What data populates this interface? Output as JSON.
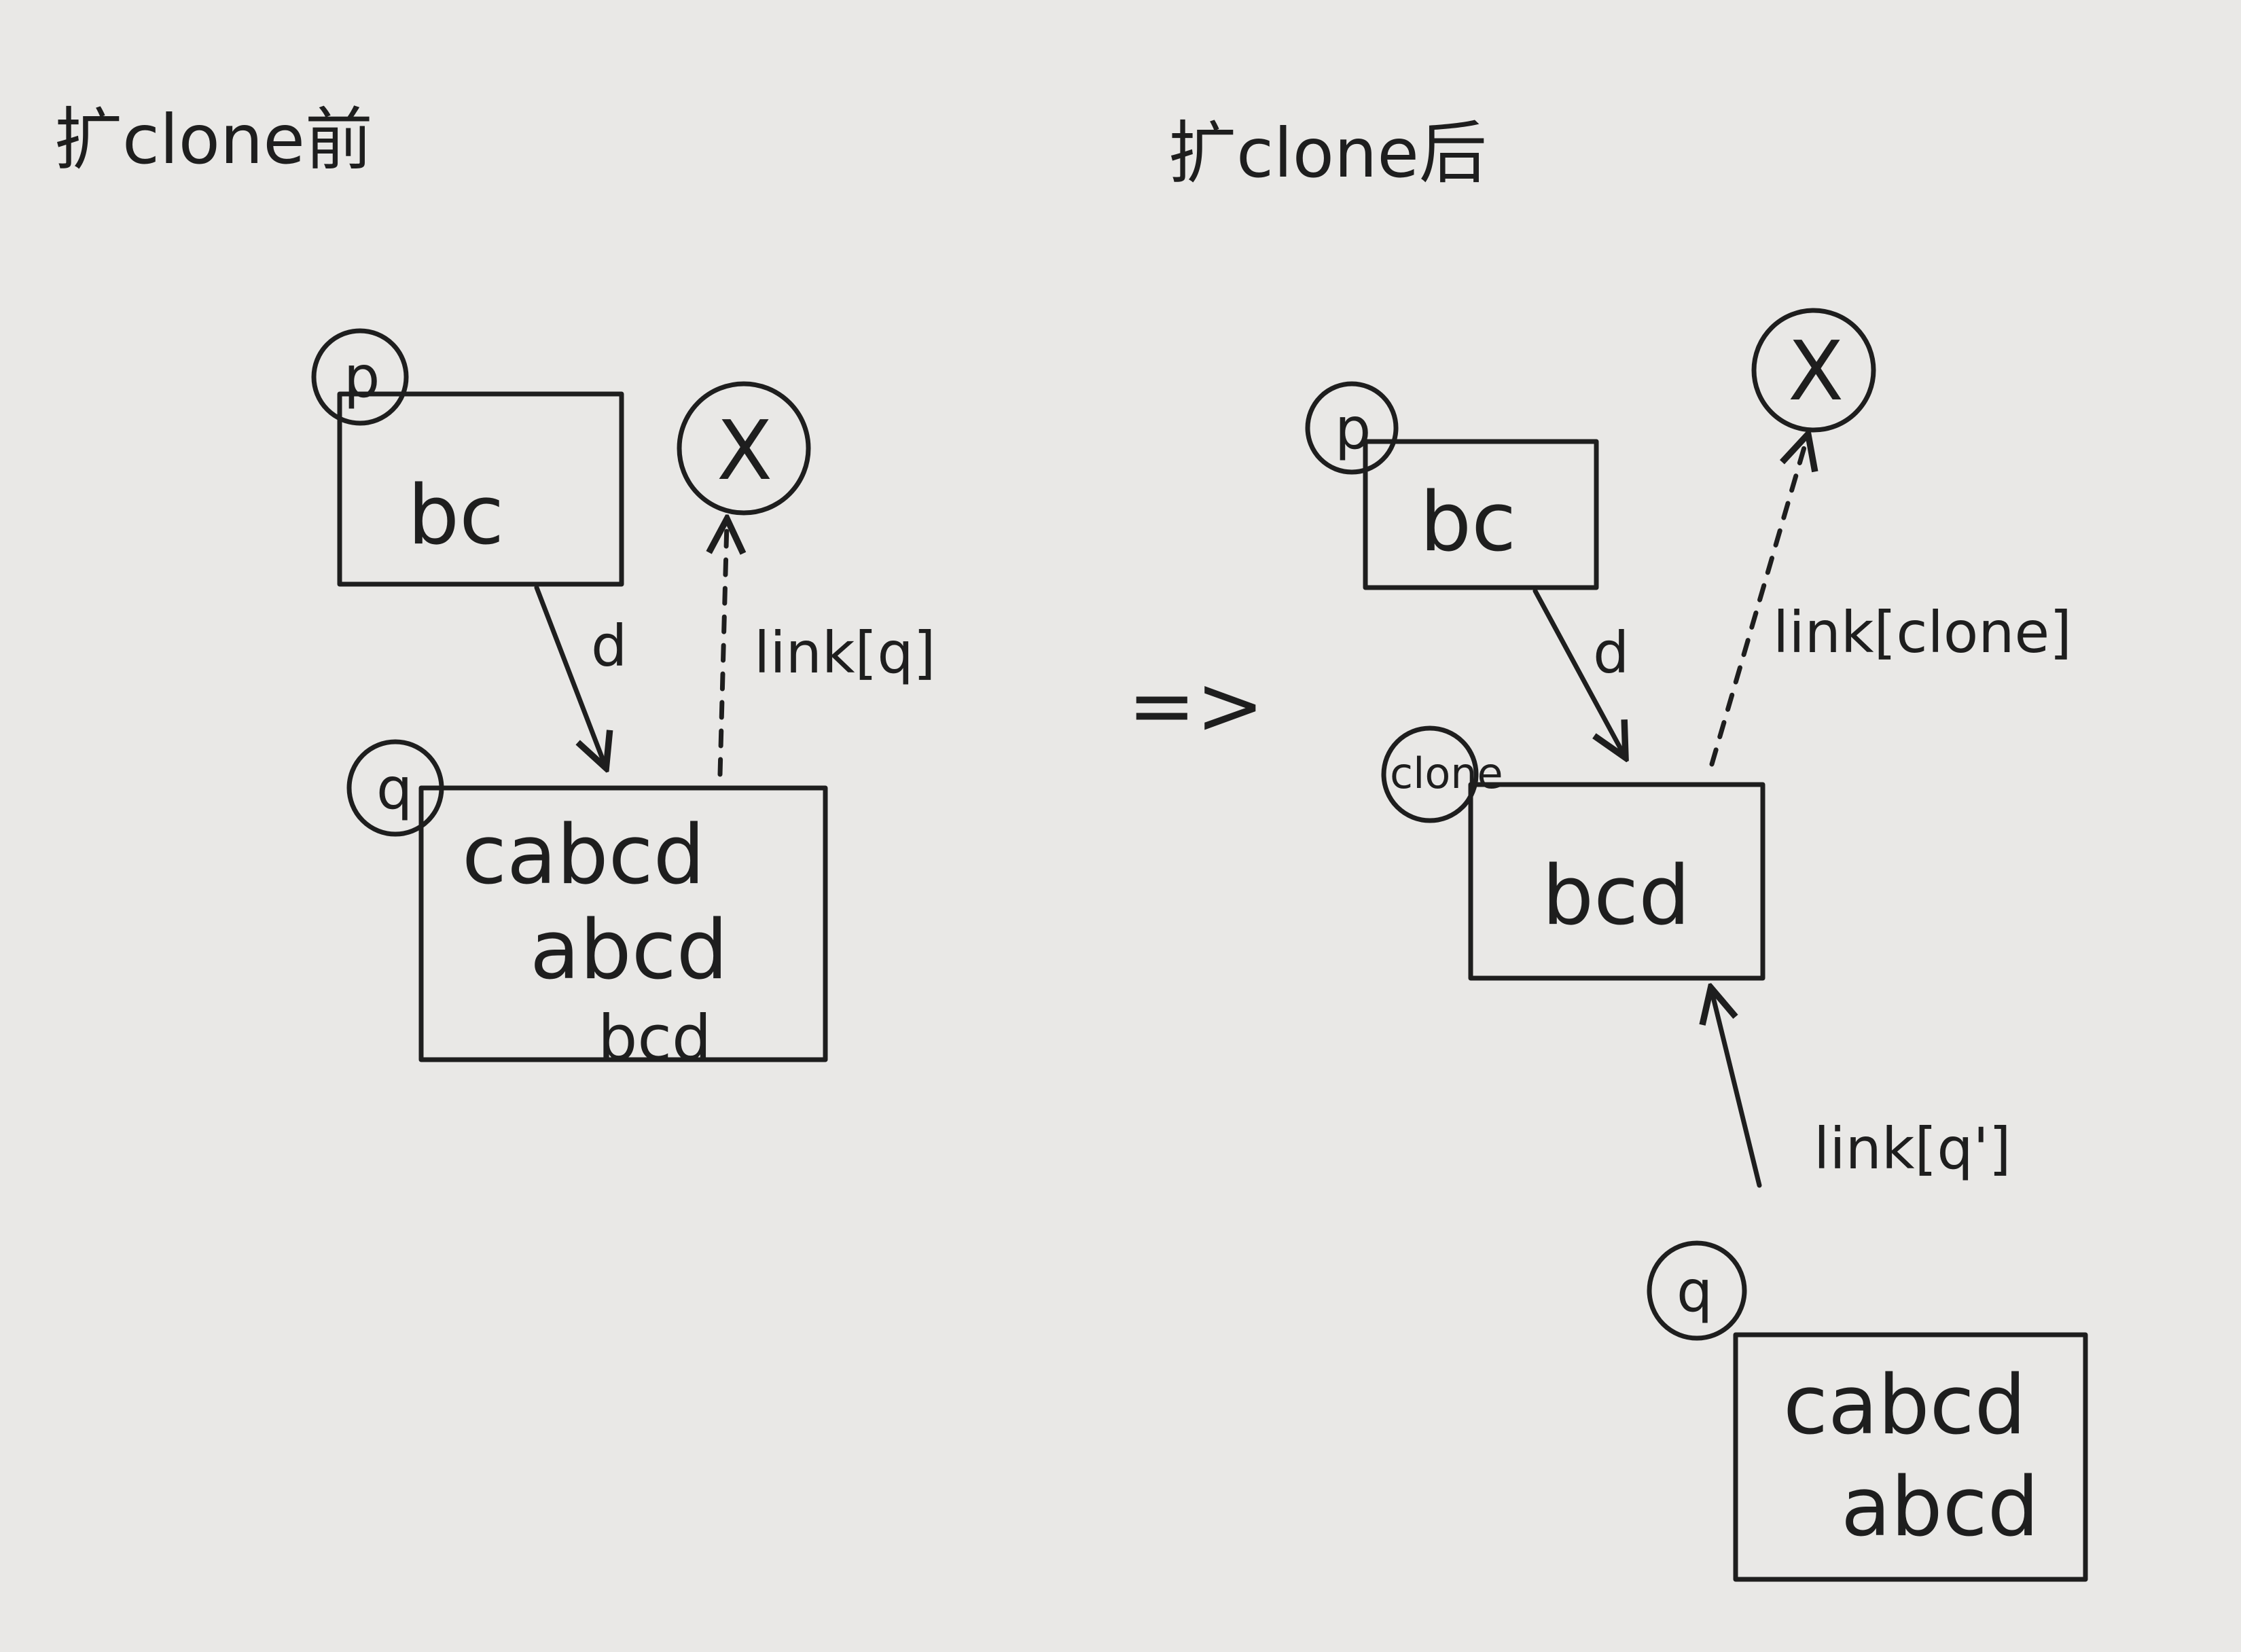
{
  "colors": {
    "paper": "#e9e8e6",
    "ink": "#1e1e1e"
  },
  "before": {
    "title": "扩clone前",
    "node_p": {
      "label": "p",
      "text": "bc"
    },
    "node_q": {
      "label": "q",
      "lines": [
        "cabcd",
        "abcd",
        "bcd"
      ]
    },
    "node_x": {
      "label": "X"
    },
    "edge_d": "d",
    "edge_link": "link[q]"
  },
  "transition_arrow": "=>",
  "after": {
    "title": "扩clone后",
    "node_p": {
      "label": "p",
      "text": "bc"
    },
    "node_clone": {
      "label": "clone",
      "text": "bcd"
    },
    "node_x": {
      "label": "X"
    },
    "node_q": {
      "label": "q",
      "lines": [
        "cabcd",
        "abcd"
      ]
    },
    "edge_d": "d",
    "edge_link_clone": "link[clone]",
    "edge_link_q": "link[q']"
  }
}
